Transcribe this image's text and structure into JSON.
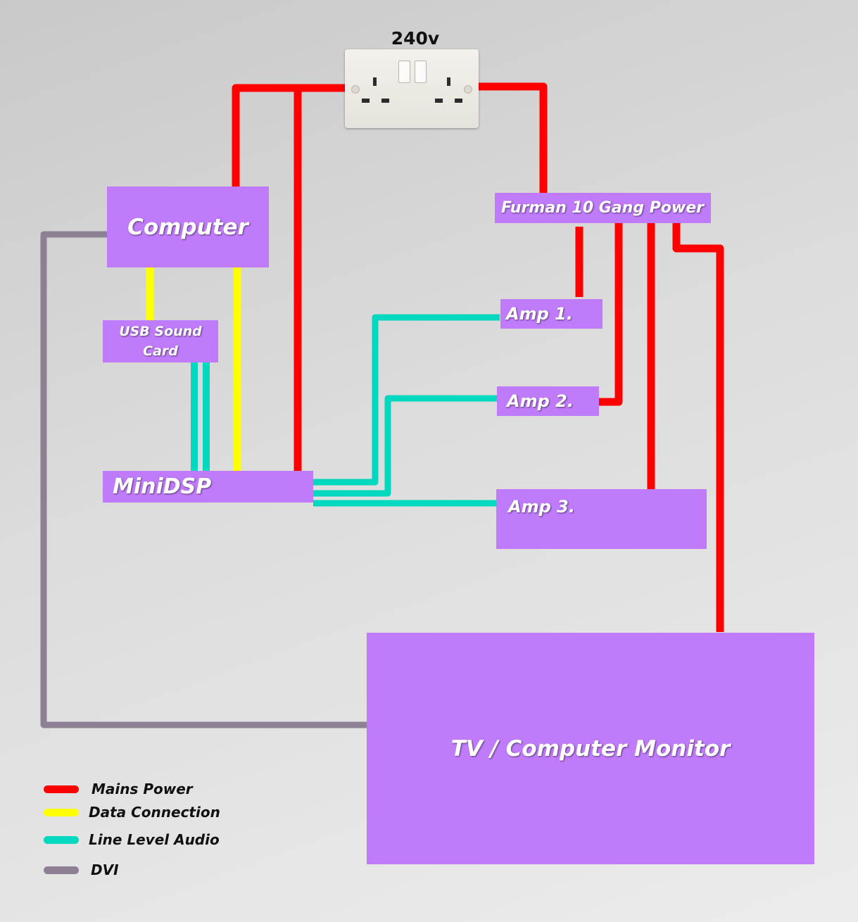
{
  "socket": {
    "label": "240v"
  },
  "components": {
    "computer": "Computer",
    "usb_sound_card_line1": "USB Sound",
    "usb_sound_card_line2": "Card",
    "minidsp": "MiniDSP",
    "furman": "Furman 10 Gang Power",
    "amp1": "Amp 1.",
    "amp2": "Amp 2.",
    "amp3": "Amp 3.",
    "monitor": "TV / Computer Monitor"
  },
  "legend": [
    {
      "label": "Mains Power",
      "color": "#ff0000"
    },
    {
      "label": "Data Connection",
      "color": "#ffff00"
    },
    {
      "label": "Line Level Audio",
      "color": "#00d9c0"
    },
    {
      "label": "DVI",
      "color": "#8e8094"
    }
  ],
  "colors": {
    "mains": "#ff0000",
    "data": "#ffff00",
    "audio": "#00d9c0",
    "dvi": "#8e8094",
    "box": "#c07bfb"
  }
}
